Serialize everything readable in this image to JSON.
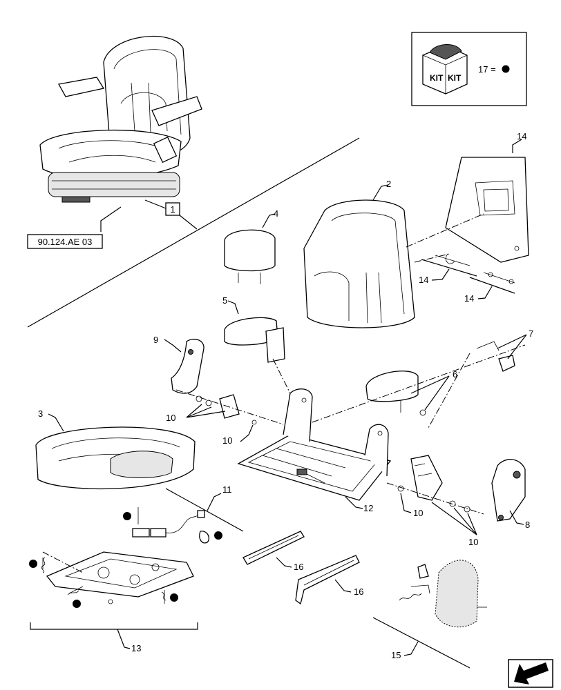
{
  "callouts": {
    "c1": "1",
    "c2": "2",
    "c3": "3",
    "c4": "4",
    "c5": "5",
    "c6": "6",
    "c7": "7",
    "c8": "8",
    "c9": "9",
    "c10": "10",
    "c11": "11",
    "c12": "12",
    "c13": "13",
    "c14": "14",
    "c15": "15",
    "c16": "16"
  },
  "reference": "90.124.AE 03",
  "kit_box": {
    "kit_word": "KIT",
    "legend_text": "17 =",
    "legend_symbol": "filled-dot-icon"
  },
  "nav_icon": "arrow-left-down-icon",
  "colors": {
    "line": "#000000",
    "background": "#ffffff"
  }
}
